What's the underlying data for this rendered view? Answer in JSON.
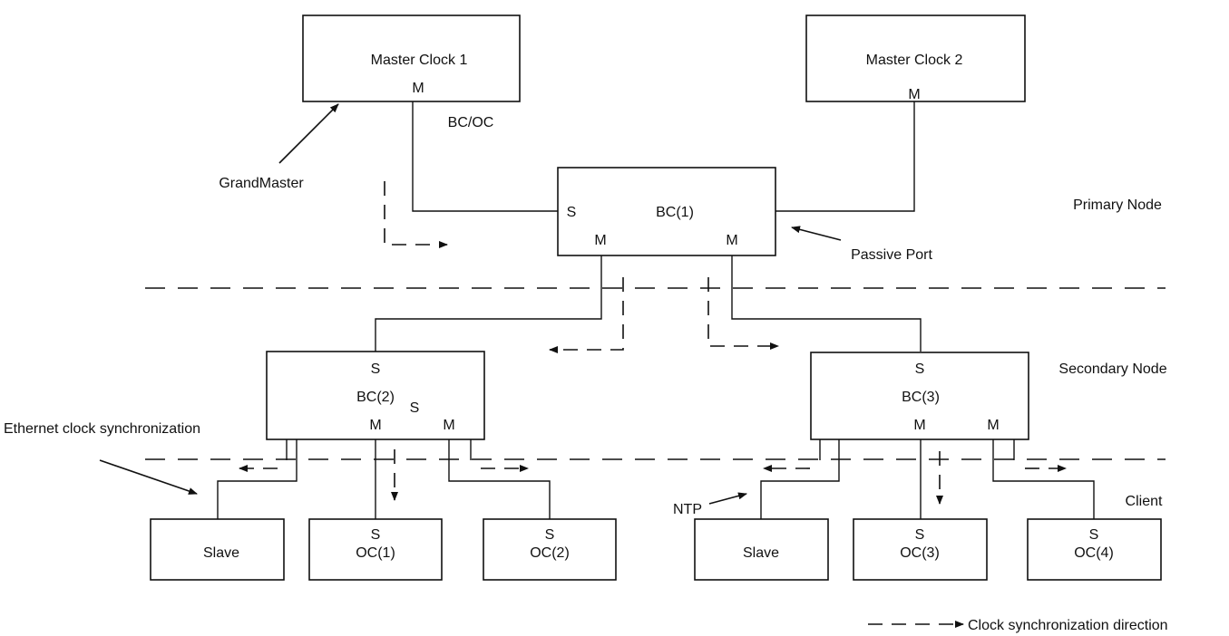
{
  "nodes": {
    "master_clock_1": {
      "label": "Master Clock 1",
      "port": "M"
    },
    "master_clock_2": {
      "label": "Master Clock 2",
      "port": "M"
    },
    "bc1": {
      "label": "BC(1)",
      "port_s": "S",
      "port_m1": "M",
      "port_m2": "M"
    },
    "bc2": {
      "label": "BC(2)",
      "port_s": "S",
      "port_s2": "S",
      "port_m1": "M",
      "port_m2": "M"
    },
    "bc3": {
      "label": "BC(3)",
      "port_s": "S",
      "port_m1": "M",
      "port_m2": "M"
    },
    "slave_left": {
      "label": "Slave"
    },
    "oc1": {
      "label": "OC(1)",
      "port": "S"
    },
    "oc2": {
      "label": "OC(2)",
      "port": "S"
    },
    "slave_right": {
      "label": "Slave"
    },
    "oc3": {
      "label": "OC(3)",
      "port": "S"
    },
    "oc4": {
      "label": "OC(4)",
      "port": "S"
    }
  },
  "annotations": {
    "bc_oc": "BC/OC",
    "grandmaster": "GrandMaster",
    "passive_port": "Passive Port",
    "ethernet_sync": "Ethernet clock synchronization",
    "ntp": "NTP"
  },
  "tiers": {
    "primary": "Primary Node",
    "secondary": "Secondary Node",
    "client": "Client"
  },
  "legend": {
    "label": "Clock synchronization direction"
  }
}
